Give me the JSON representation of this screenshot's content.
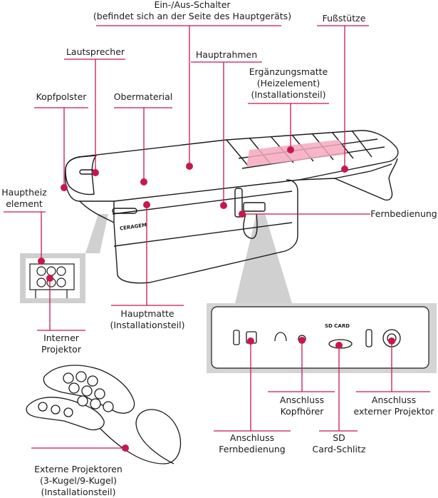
{
  "labels": {
    "power_switch": {
      "line1": "Ein-/Aus-Schalter",
      "line2": "(befindet sich an der Seite des Hauptgeräts)"
    },
    "footrest": "Fußstütze",
    "speaker": "Lautsprecher",
    "main_frame": "Hauptrahmen",
    "supplement_mat": {
      "line1": "Ergänzungsmatte",
      "line2": "(Heizelement)",
      "line3": "(Installationsteil)"
    },
    "head_pad": "Kopfpolster",
    "top_material": "Obermaterial",
    "main_heater": {
      "line1": "Hauptheiz",
      "line2": "element"
    },
    "remote": "Fernbedienung",
    "internal_projector": {
      "line1": "Interner",
      "line2": "Projektor"
    },
    "main_mat": {
      "line1": "Hauptmatte",
      "line2": "(Installationsteil)"
    },
    "headphone_port": {
      "line1": "Anschluss",
      "line2": "Kopfhörer"
    },
    "external_projector_port": {
      "line1": "Anschluss",
      "line2": "externer Projektor"
    },
    "remote_port": {
      "line1": "Anschluss",
      "line2": "Fernbedienung"
    },
    "sd_slot": {
      "line1": "SD",
      "line2": "Card-Schlitz"
    },
    "external_projectors": {
      "line1": "Externe Projektoren",
      "line2": "(3-Kugel/9-Kugel)",
      "line3": "(Installationsteil)"
    }
  },
  "panel": {
    "sd_card_text": "SD CARD"
  },
  "brand": {
    "logo_text": "CERAGEM"
  },
  "colors": {
    "callout": "#c8174d",
    "highlight": "#f4a9bd",
    "panel_bg": "#d6d6d6",
    "lines": "#1a1a1a"
  }
}
